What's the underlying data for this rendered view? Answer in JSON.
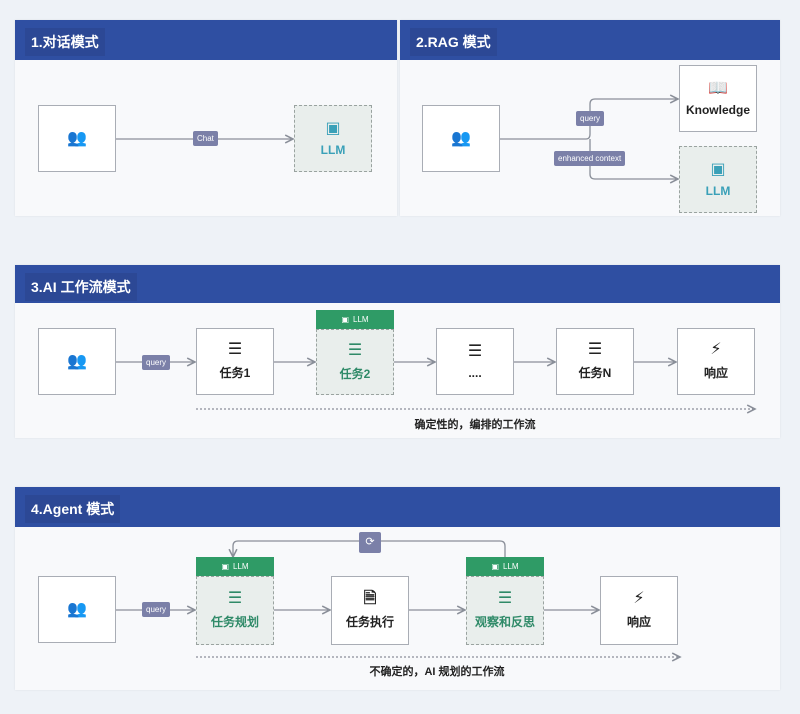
{
  "panels": {
    "chat": {
      "title": "1.对话模式",
      "edge": "Chat",
      "llm": "LLM"
    },
    "rag": {
      "title": "2.RAG 模式",
      "query": "query",
      "context": "enhanced context",
      "knowledge": "Knowledge",
      "llm": "LLM"
    },
    "workflow": {
      "title": "3.AI 工作流模式",
      "query": "query",
      "llm_tag": "LLM",
      "tasks": [
        "任务1",
        "任务2",
        "....",
        "任务N",
        "响应"
      ],
      "caption": "确定性的，编排的工作流"
    },
    "agent": {
      "title": "4.Agent 模式",
      "query": "query",
      "llm_tag": "LLM",
      "steps": [
        "任务规划",
        "任务执行",
        "观察和反思",
        "响应"
      ],
      "caption": "不确定的，AI 规划的工作流"
    }
  },
  "colors": {
    "header": "#2f4fa2",
    "llm_green": "#2f9b66",
    "label": "#7b80a8"
  }
}
